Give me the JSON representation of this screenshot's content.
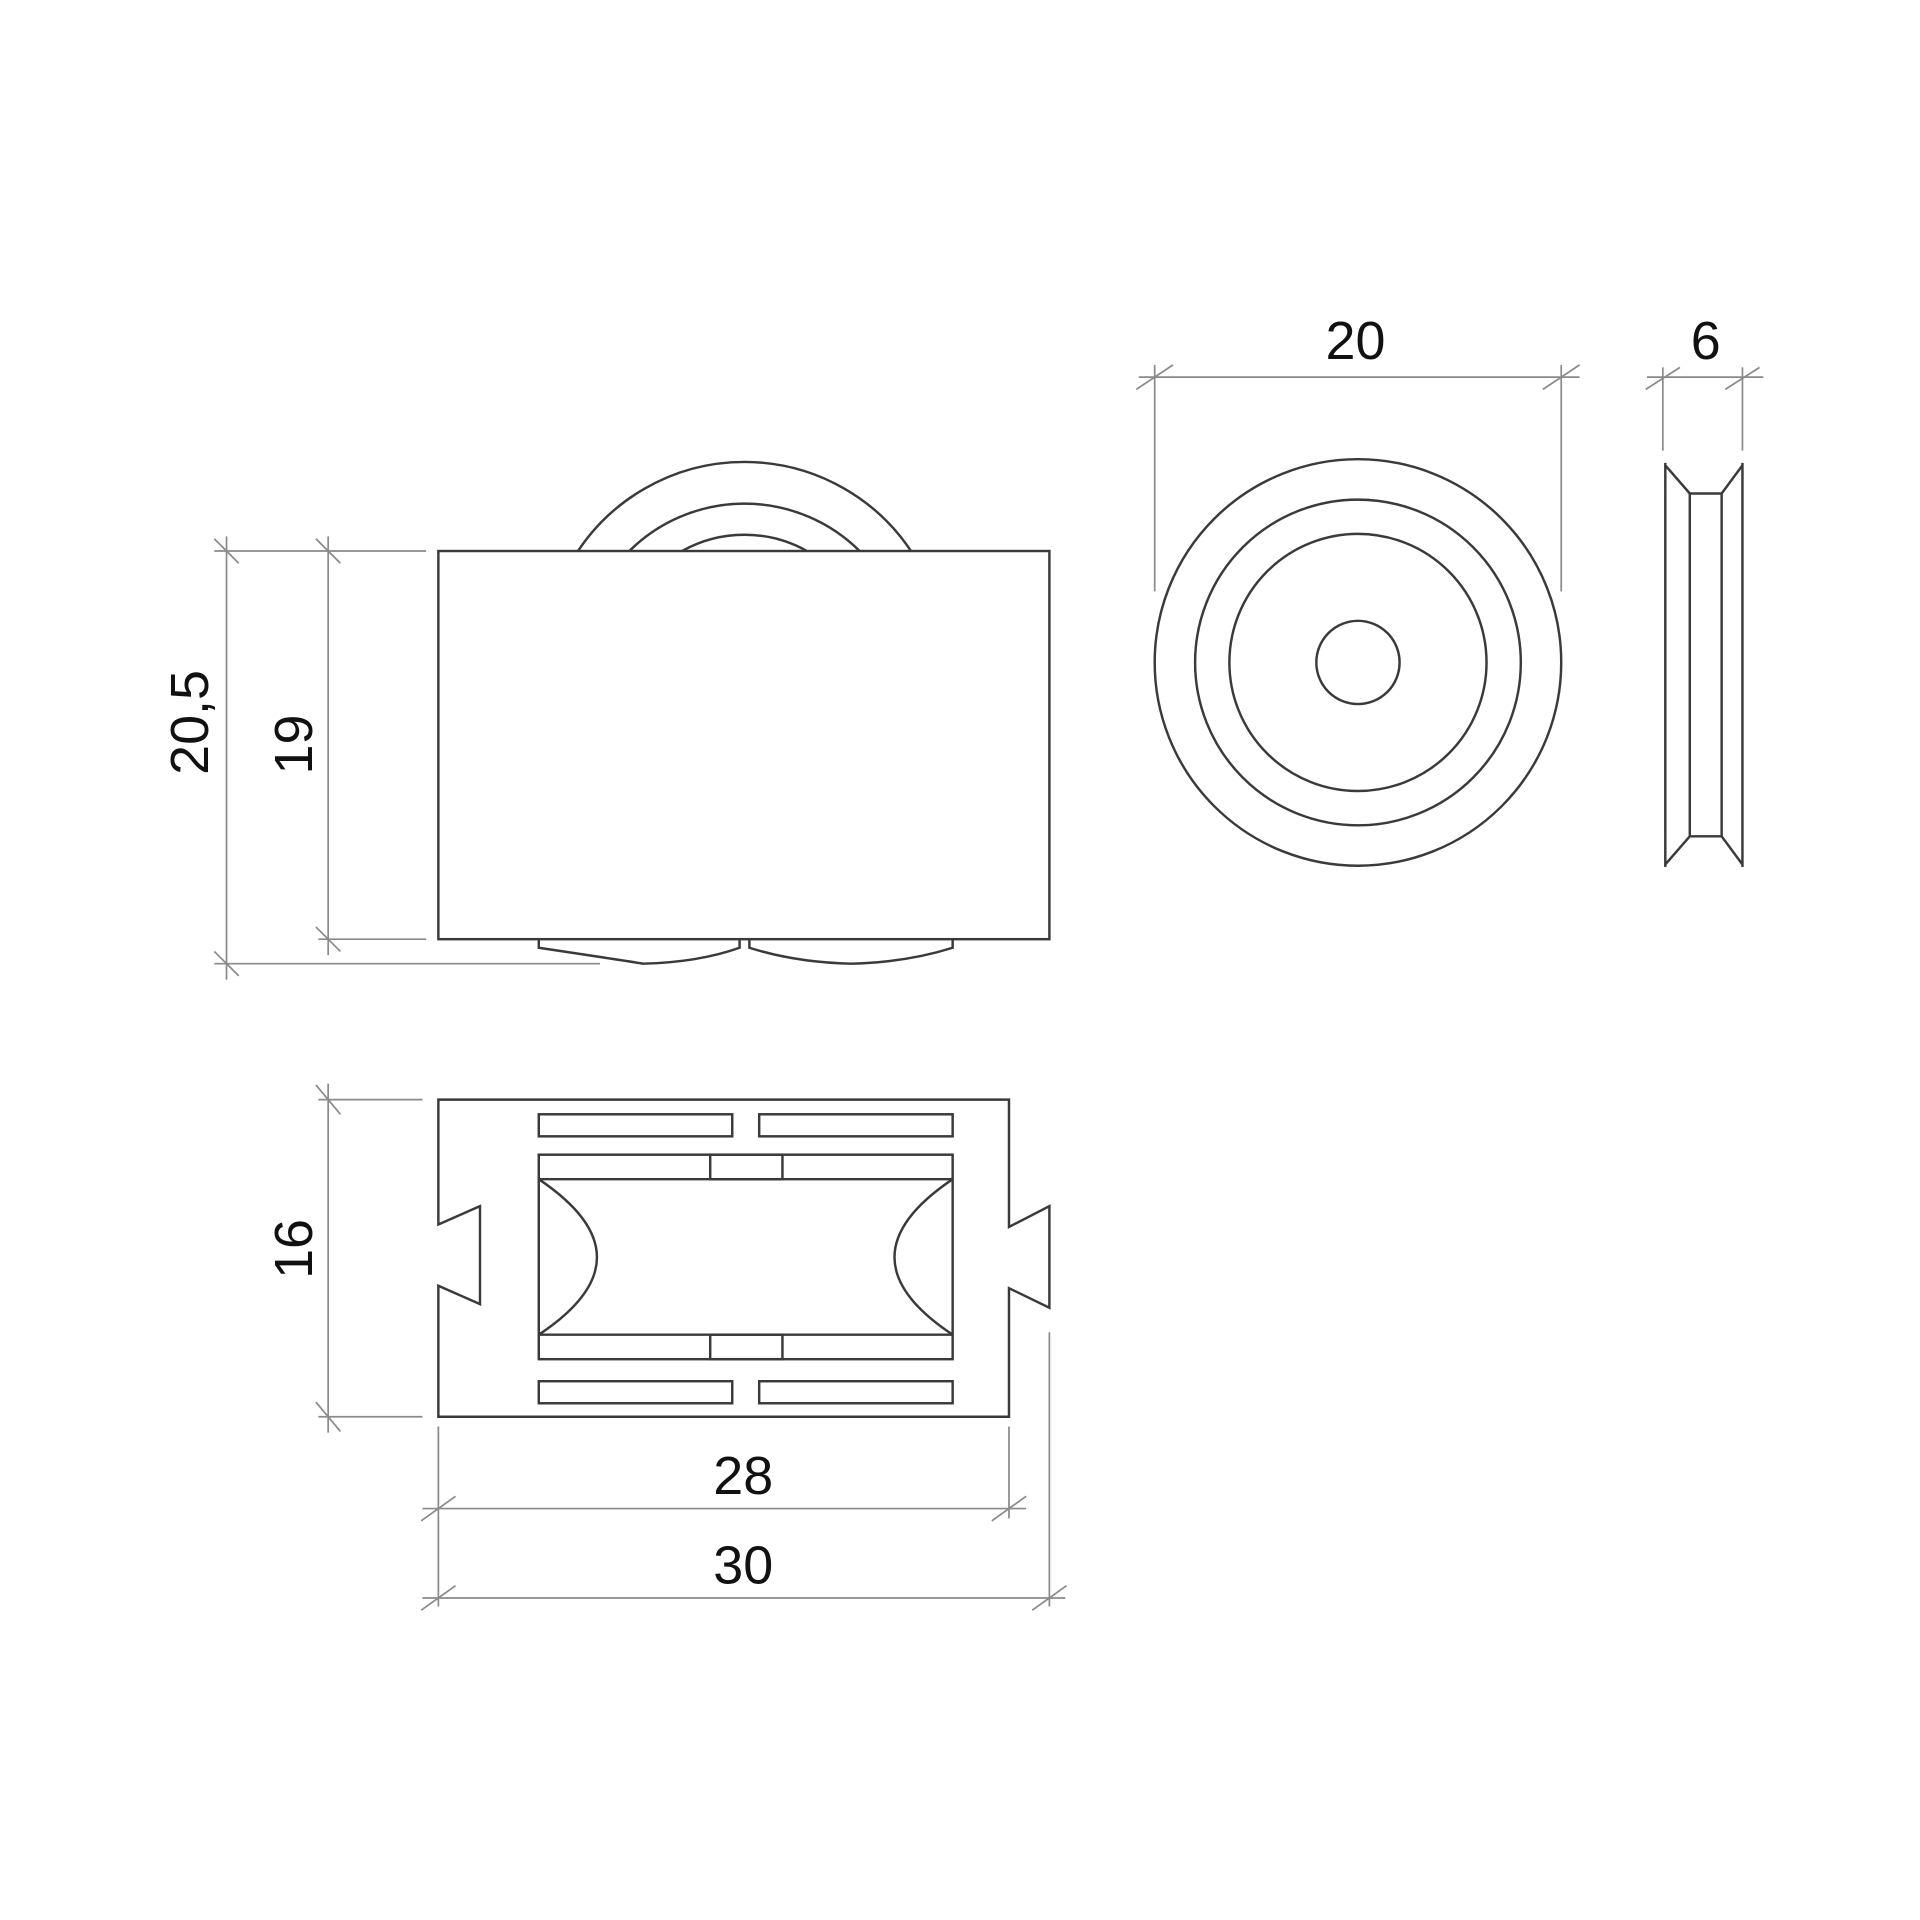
{
  "dimensions": {
    "front_height_total": "20,5",
    "front_height_body": "19",
    "wheel_diameter": "20",
    "wheel_width": "6",
    "top_width": "16",
    "top_length_inner": "28",
    "top_length_total": "30"
  },
  "colors": {
    "line": "#3a3a3a",
    "dimension_line": "#8a8a8a",
    "background": "#ffffff"
  }
}
